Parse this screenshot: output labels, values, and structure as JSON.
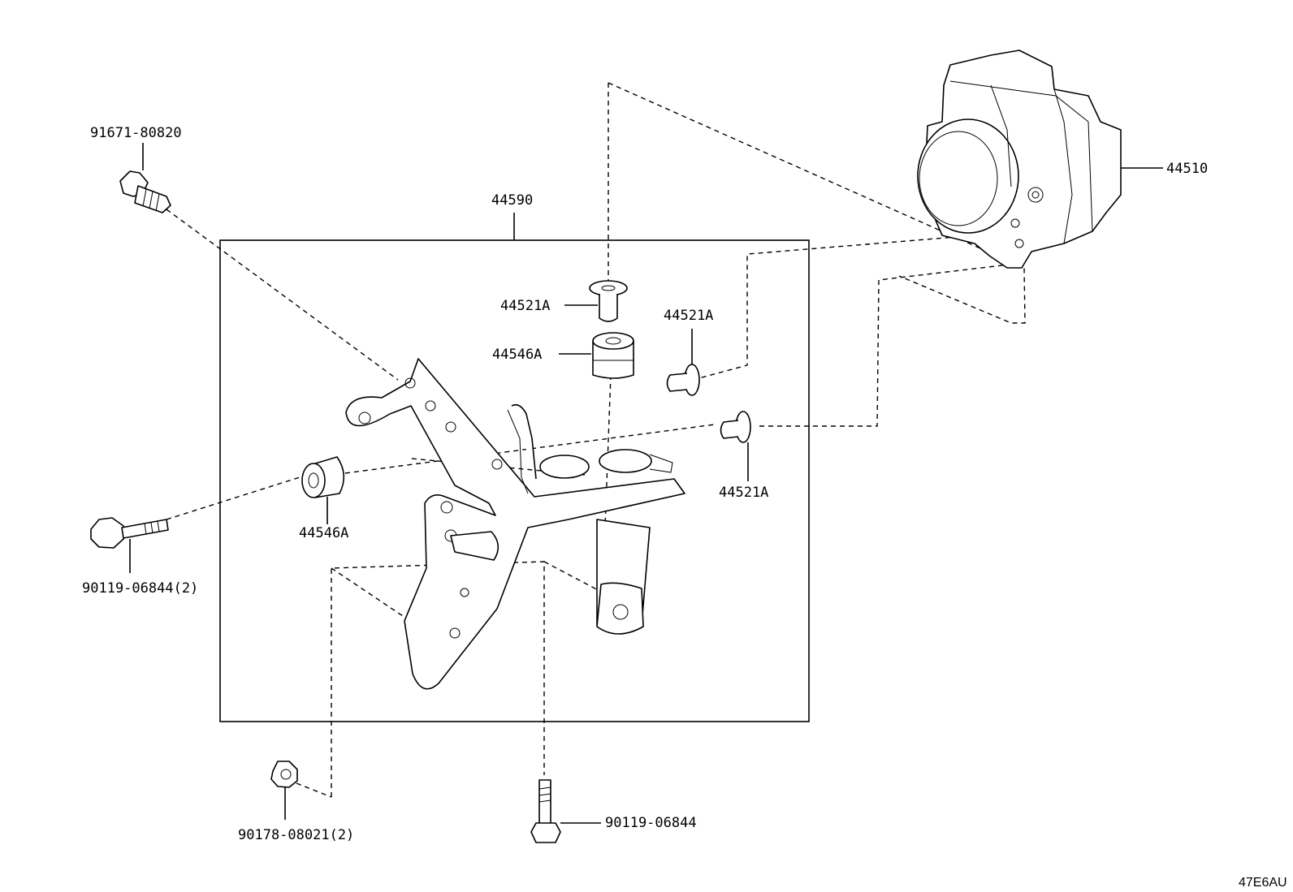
{
  "diagram": {
    "callouts": {
      "bolt_top_left": "91671-80820",
      "bracket_assembly": "44590",
      "actuator": "44510",
      "collar_upper": "44521A",
      "cushion_upper": "44546A",
      "collar_right_upper": "44521A",
      "collar_right_lower": "44521A",
      "cushion_left": "44546A",
      "bolt_left": "90119-06844(2)",
      "nut_bottom": "90178-08021(2)",
      "bolt_bottom": "90119-06844"
    },
    "figure_code": "47E6AU"
  }
}
